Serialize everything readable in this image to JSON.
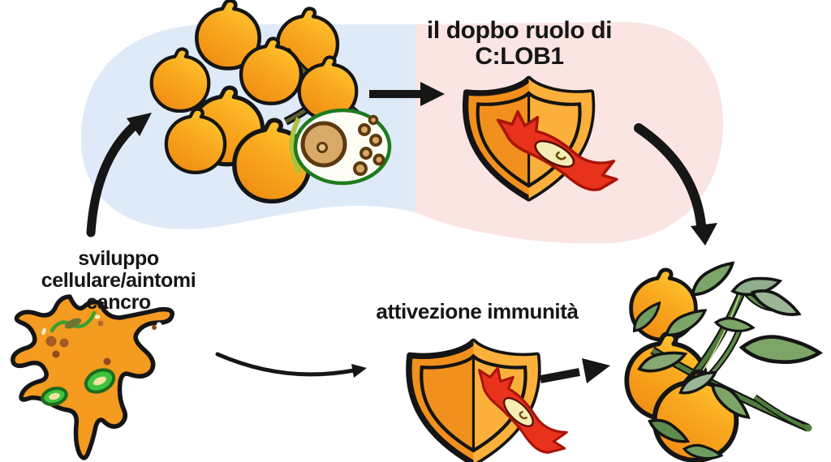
{
  "title": "il dopbo ruolo di C:LOB1",
  "labels": {
    "cause_line1": "sviluppo cellulare/aintomi",
    "cause_line2": "cancro",
    "immunity": "attivezione immunità"
  },
  "illustrations": {
    "orange_cluster": "orange-fruit-cluster-with-cross-section",
    "shield_top": "orange-shield-with-red-pathogen",
    "cancer_cell": "orange-amoeboid-cancer-cell",
    "shield_bottom": "orange-shield-with-red-pathogen",
    "orange_branch": "oranges-on-leafy-branch",
    "arrows": [
      "curve-up-arrow",
      "right-arrow",
      "curve-down-arrow",
      "thin-curve-arrow",
      "right-arrow"
    ]
  },
  "colors": {
    "background_blob_blue": "#DEEAF7",
    "background_blob_pink": "#FAE5E2",
    "fruit_orange_dark": "#F08A12",
    "fruit_orange_light": "#FFC832",
    "shield_left": "#F1901C",
    "shield_right": "#FBB03B",
    "pathogen_red": "#E8321C",
    "pathogen_core_cream": "#F6EDB4",
    "leaf_green": "#7CA567",
    "outline_black": "#151515",
    "text_black": "#161616"
  }
}
